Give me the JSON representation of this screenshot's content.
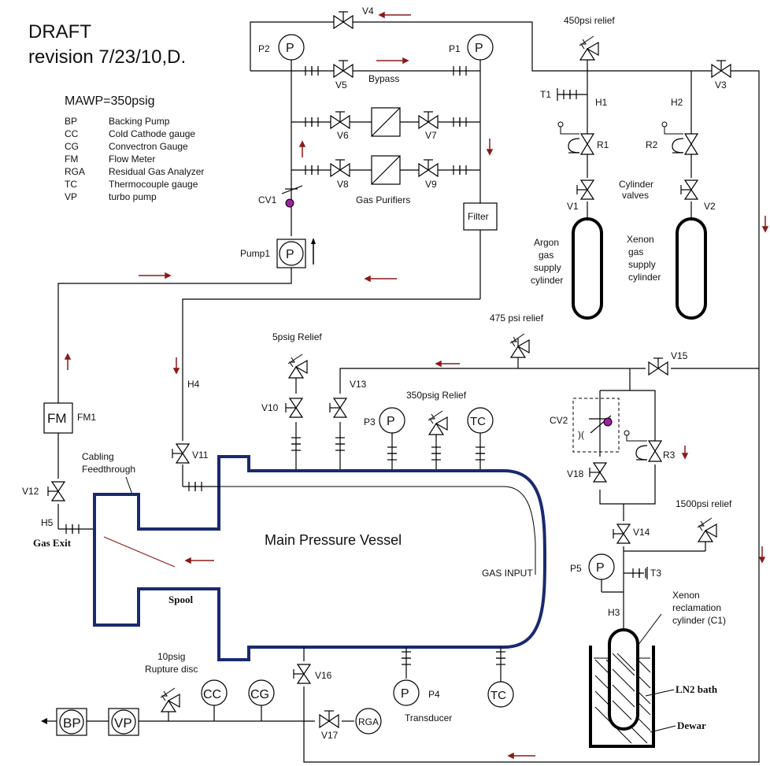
{
  "header": {
    "draft": "DRAFT",
    "revision": "revision 7/23/10,D.",
    "mawp": "MAWP=350psig"
  },
  "legend": [
    {
      "abbr": "BP",
      "desc": "Backing Pump"
    },
    {
      "abbr": "CC",
      "desc": "Cold Cathode gauge"
    },
    {
      "abbr": "CG",
      "desc": "Convectron Gauge"
    },
    {
      "abbr": "FM",
      "desc": "Flow Meter"
    },
    {
      "abbr": "RGA",
      "desc": "Residual Gas Analyzer"
    },
    {
      "abbr": "TC",
      "desc": "Thermocouple gauge"
    },
    {
      "abbr": "VP",
      "desc": "turbo pump"
    }
  ],
  "labels": {
    "v4": "V4",
    "p2": "P2",
    "p1": "P1",
    "p_symbol": "P",
    "v5": "V5",
    "bypass": "Bypass",
    "v6": "V6",
    "v7": "V7",
    "v8": "V8",
    "v9": "V9",
    "gas_purifiers": "Gas Purifiers",
    "cv1": "CV1",
    "filter": "Filter",
    "pump1": "Pump1",
    "relief450": "450psi relief",
    "t1": "T1",
    "h1": "H1",
    "h2": "H2",
    "v3": "V3",
    "r1": "R1",
    "r2": "R2",
    "cylinder_valves_1": "Cylinder",
    "cylinder_valves_2": "valves",
    "v1": "V1",
    "v2": "V2",
    "argon_1": "Argon",
    "argon_2": "gas",
    "argon_3": "supply",
    "argon_4": "cylinder",
    "xenon_1": "Xenon",
    "xenon_2": "gas",
    "xenon_3": "supply",
    "xenon_4": "cylinder",
    "relief475": "475 psi relief",
    "v15": "V15",
    "relief5": "5psig Relief",
    "v10": "V10",
    "v13": "V13",
    "p3": "P3",
    "relief350": "350psig Relief",
    "tc": "TC",
    "h4": "H4",
    "v11": "V11",
    "fm": "FM",
    "fm1": "FM1",
    "v12": "V12",
    "h5": "H5",
    "gas_exit": "Gas Exit",
    "cabling_1": "Cabling",
    "cabling_2": "Feedthrough",
    "main_vessel": "Main Pressure Vessel",
    "gas_input": "GAS INPUT",
    "spool": "Spool",
    "cv2": "CV2",
    "r3": "R3",
    "v18": "V18",
    "v14": "V14",
    "relief1500": "1500psi relief",
    "p5": "P5",
    "t3": "T3",
    "h3": "H3",
    "xenon_recl_1": "Xenon",
    "xenon_recl_2": "reclamation",
    "xenon_recl_3": "cylinder (C1)",
    "ln2": "LN2 bath",
    "dewar": "Dewar",
    "rupture_1": "10psig",
    "rupture_2": "Rupture disc",
    "cc": "CC",
    "cg": "CG",
    "v16": "V16",
    "p4": "P4",
    "transducer": "Transducer",
    "bp": "BP",
    "vp": "VP",
    "v17": "V17",
    "rga": "RGA"
  },
  "colors": {
    "line": "#000000",
    "vessel": "#1a2a6e",
    "flow_arrow": "#8b1a1a",
    "check_ball": "#a020a0"
  }
}
